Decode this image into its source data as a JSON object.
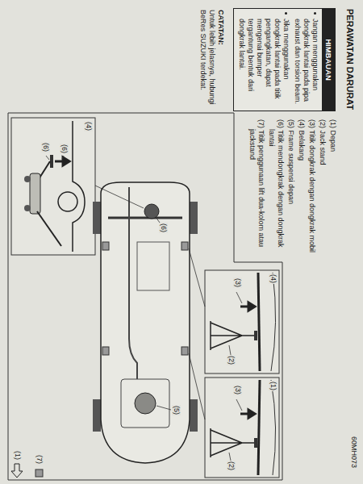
{
  "diagram": {
    "title": "PERAWATAN DARURAT",
    "nodes": [
      {
        "text": [
          "HIMBAUAN",
          "Jangan menggunakan dongkrak lantai pada pipa exhaust dan torsion beam.",
          "Jika menggunakan dongkrak lantai pada titik pengangkatan, dapat mengenai bumper tergantung bentuk dari dongkrak lantai."
        ]
      }
    ],
    "labels": [
      "(1) Depan",
      "(2) Jack stand",
      "(3) Titik dongkrak dengan dongkrak mobil",
      "(4) Belakang",
      "(5) Frame suspensi depan",
      "(6) Titik mendongkrak dengan dongkrak lantai",
      "(7) Titik penggunaan lift dua-kolom atau jackstand",
      "CATATAN:",
      "Untuk lebih jelasnya, hubungi BeRes SUZUKI terdekat.",
      "(4)",
      "(2)",
      "(3)",
      "(1)",
      "(2)",
      "(3)",
      "(4)",
      "(6)",
      "(6)",
      "(6)",
      "(5)",
      "(7)",
      "(1)",
      "60MH073"
    ]
  }
}
